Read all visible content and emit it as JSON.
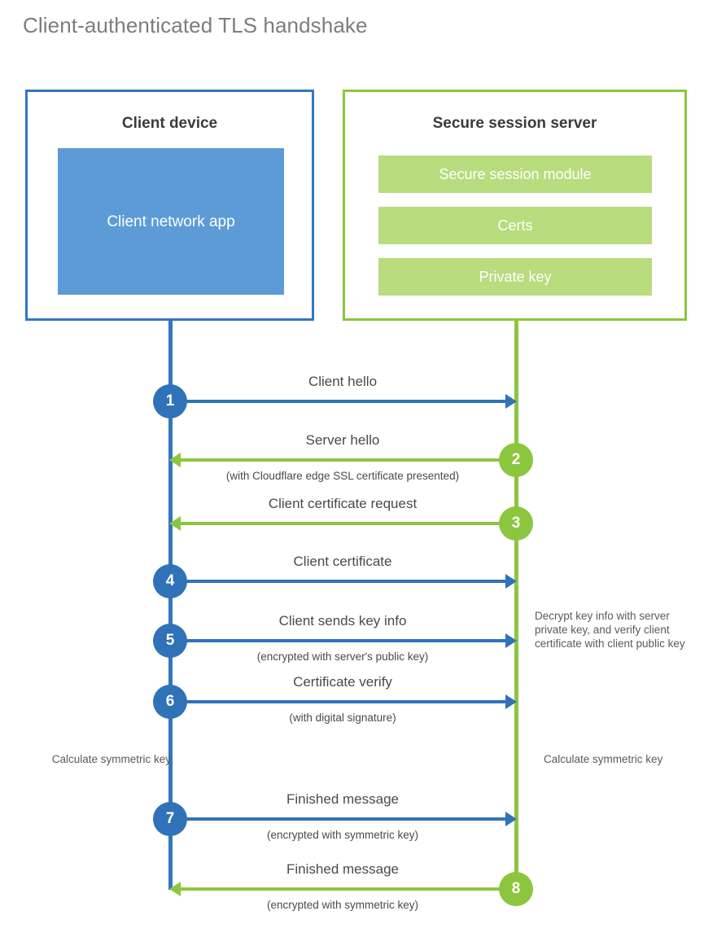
{
  "title": "Client-authenticated TLS handshake",
  "colors": {
    "client_blue": "#3477bd",
    "client_circle_blue": "#3072b8",
    "client_app_fill": "#5c9bd6",
    "server_green": "#8cc63f",
    "server_bar_fill": "#b8dc7e",
    "text_gray": "#4a4a4a",
    "title_gray": "#7d7d7d"
  },
  "client": {
    "title": "Client device",
    "app_label": "Client network app"
  },
  "server": {
    "title": "Secure session server",
    "bars": [
      "Secure session module",
      "Certs",
      "Private key"
    ]
  },
  "steps": [
    {
      "number": "1",
      "label": "Client hello",
      "sublabel": "",
      "direction": "right",
      "actor": "client",
      "color": "#3072b8"
    },
    {
      "number": "2",
      "label": "Server hello",
      "sublabel": "(with Cloudflare edge SSL certificate presented)",
      "direction": "left",
      "actor": "server",
      "color": "#8cc63f"
    },
    {
      "number": "3",
      "label": "Client certificate request",
      "sublabel": "",
      "direction": "left",
      "actor": "server",
      "color": "#8cc63f"
    },
    {
      "number": "4",
      "label": "Client certificate",
      "sublabel": "",
      "direction": "right",
      "actor": "client",
      "color": "#3072b8"
    },
    {
      "number": "5",
      "label": "Client sends key info",
      "sublabel": "(encrypted with server's public key)",
      "direction": "right",
      "actor": "client",
      "color": "#3072b8"
    },
    {
      "number": "6",
      "label": "Certificate verify",
      "sublabel": "(with digital signature)",
      "direction": "right",
      "actor": "client",
      "color": "#3072b8"
    },
    {
      "number": "7",
      "label": "Finished message",
      "sublabel": "(encrypted with symmetric key)",
      "direction": "right",
      "actor": "client",
      "color": "#3072b8"
    },
    {
      "number": "8",
      "label": "Finished message",
      "sublabel": "(encrypted with symmetric key)",
      "direction": "left",
      "actor": "server",
      "color": "#8cc63f"
    }
  ],
  "notes": {
    "decrypt": "Decrypt key info with server private key, and verify client certificate with client public key",
    "calculate_client": "Calculate symmetric key",
    "calculate_server": "Calculate symmetric key"
  }
}
